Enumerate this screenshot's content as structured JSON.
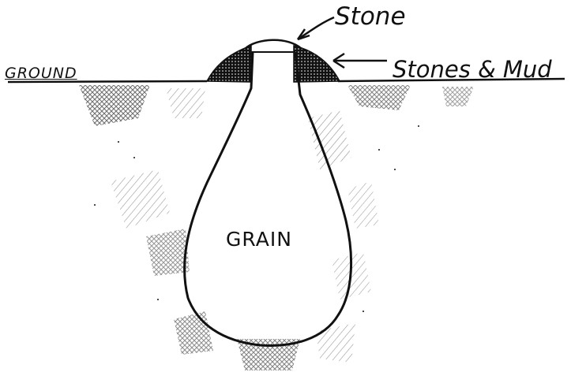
{
  "labels": {
    "stone": "Stone",
    "stones_and_mud": "Stones & Mud",
    "ground": "GROUND",
    "grain": "GRAIN"
  },
  "colors": {
    "ink": "#111111",
    "background": "#ffffff"
  }
}
